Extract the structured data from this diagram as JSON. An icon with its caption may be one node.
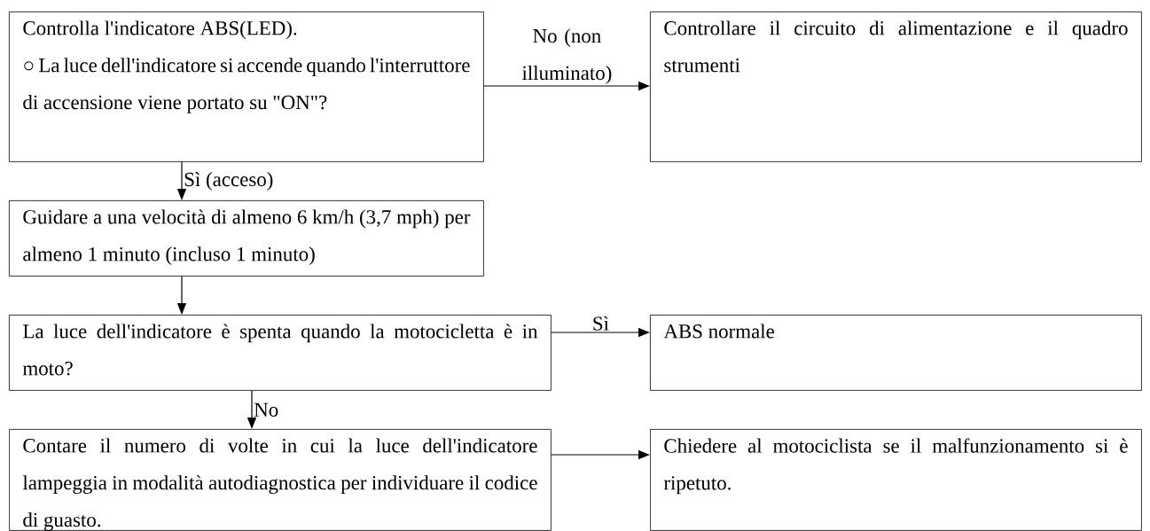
{
  "diagram": {
    "nodes": [
      {
        "text": [
          "Controlla l'indicatore ABS(LED).",
          "○ La luce dell'indicatore si accende quando l'interruttore di accensione viene portato su \"ON\"?"
        ]
      },
      {
        "text": [
          "Controllare il circuito di alimentazione e il quadro strumenti"
        ]
      },
      {
        "text": [
          "Guidare a una velocità di almeno 6 km/h (3,7 mph) per almeno 1 minuto (incluso 1 minuto)"
        ]
      },
      {
        "text": [
          "La luce dell'indicatore è spenta quando la motocicletta è in moto?"
        ]
      },
      {
        "text": [
          "ABS normale"
        ]
      },
      {
        "text": [
          "Contare il numero di volte in cui la luce dell'indicatore lampeggia in modalità autodiagnostica per individuare il codice di guasto."
        ]
      },
      {
        "text": [
          "Chiedere al motociclista se il malfunzionamento si è ripetuto."
        ]
      }
    ],
    "edges": [
      {
        "from": 0,
        "to": 1,
        "arrow": "to",
        "label": "No (non illuminato)"
      },
      {
        "from": 0,
        "to": 2,
        "arrow": "to",
        "label": "Sì (acceso)"
      },
      {
        "from": 2,
        "to": 3,
        "arrow": "to"
      },
      {
        "from": 3,
        "to": 4,
        "arrow": "to",
        "label": "Sì"
      },
      {
        "from": 3,
        "to": 5,
        "arrow": "to",
        "label": "No"
      },
      {
        "from": 5,
        "to": 6,
        "arrow": "to"
      }
    ]
  }
}
